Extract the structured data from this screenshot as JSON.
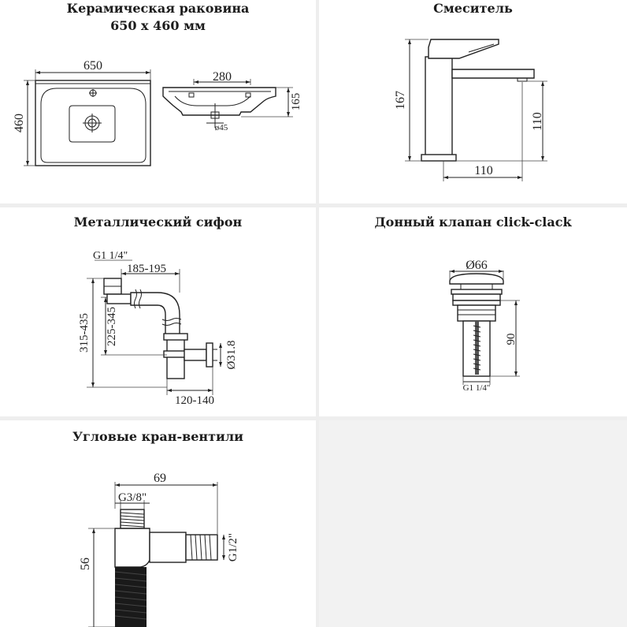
{
  "panels": {
    "sink": {
      "title_line1": "Керамическая раковина",
      "title_line2": "650 x 460 мм",
      "dim_width": "650",
      "dim_height": "460",
      "dim_bowl": "280",
      "dim_depth": "165",
      "dim_drain": "ø45"
    },
    "mixer": {
      "title": "Смеситель",
      "dim_height": "167",
      "dim_spout_height": "110",
      "dim_reach": "110"
    },
    "siphon": {
      "title": "Металлический сифон",
      "thread": "G1 1/4\"",
      "dim_horizontal": "185-195",
      "dim_total_height": "315-435",
      "dim_inner_height": "225-345",
      "dim_outlet": "Ø31.8",
      "dim_bottom": "120-140"
    },
    "valve": {
      "title": "Донный клапан click-clack",
      "dim_diameter": "Ø66",
      "dim_height": "90",
      "thread": "G1 1/4\""
    },
    "angle_valve": {
      "title": "Угловые кран-вентили",
      "dim_length": "69",
      "thread_top": "G3/8\"",
      "thread_side": "G1/2\"",
      "dim_height": "56"
    }
  },
  "colors": {
    "background": "#ffffff",
    "divider": "#eeeeee",
    "line": "#222222"
  }
}
